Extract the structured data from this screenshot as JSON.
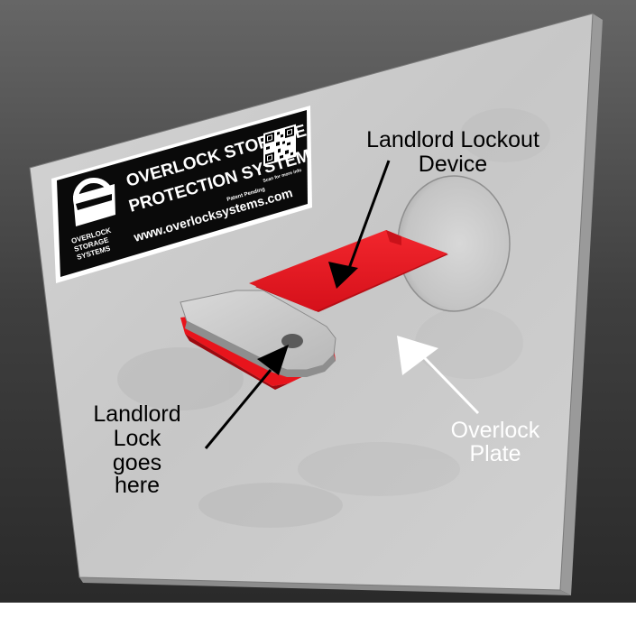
{
  "sign": {
    "title_line1": "OVERLOCK STORAGE",
    "title_line2": "PROTECTION SYSTEM",
    "patent": "Patent Pending",
    "website": "www.overlocksystems.com",
    "logo_line1": "OVERLOCK",
    "logo_line2": "STORAGE",
    "logo_line3": "SYSTEMS",
    "qr_caption": "Scan for more info"
  },
  "callouts": {
    "lockout_device": [
      "Landlord Lockout",
      "Device"
    ],
    "landlord_lock": [
      "Landlord",
      "Lock",
      "goes",
      "here"
    ],
    "overlock_plate": [
      "Overlock",
      "Plate"
    ]
  },
  "colors": {
    "lockout_device": "#e8141c",
    "plate": "#cdcdcd",
    "background": "#3a3a3a"
  }
}
